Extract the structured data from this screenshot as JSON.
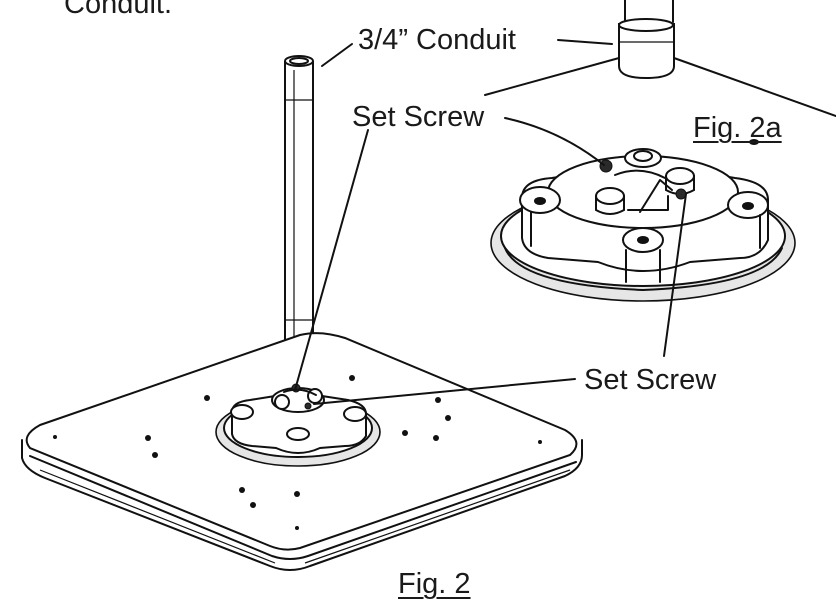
{
  "labels": {
    "top_left_text": "Conduit.",
    "conduit": "3/4” Conduit",
    "set_screw_upper": "Set Screw",
    "set_screw_lower": "Set Screw",
    "fig_2a": "Fig. 2a",
    "fig_2": "Fig. 2"
  }
}
